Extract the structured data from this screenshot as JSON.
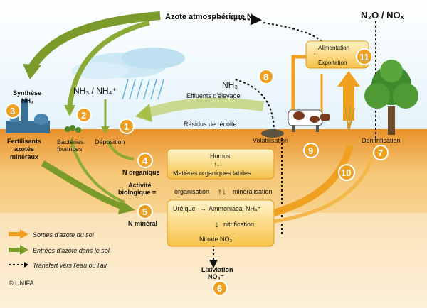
{
  "title_atmos": "Azote atmosphérique N",
  "title_atmos_sub": "2",
  "n2o_nox": "N₂O / NOₓ",
  "synthese_l1": "Synthèse",
  "synthese_l2": "NH₃",
  "engrais_l1": "Fertilisants",
  "engrais_l2": "azotés",
  "engrais_l3": "minéraux",
  "nh3_nh4": "NH₃ / NH₄⁺",
  "bacteries_l1": "Bactéries",
  "bacteries_l2": "fixatrices",
  "deposition": "Déposition",
  "nh3_elevage": "NH₃",
  "effluents": "Effluents d'élevage",
  "residus": "Résidus de récolte",
  "volatilisation": "Volatilisation",
  "denitrification": "Dénitrification",
  "alimentation": "Alimentation",
  "exportation": "Exportation",
  "humus": "Humus",
  "matieres": "Matières organiques labiles",
  "n_organique": "N organique",
  "activite_l1": "Activité",
  "activite_l2": "biologique =",
  "organisation": "organisation",
  "mineralisation": "minéralisation",
  "n_mineral": "N minéral",
  "ureique": "Uréique",
  "ammoniacal": "Ammoniacal NH₄⁺",
  "nitrification": "nitrification",
  "nitrate": "Nitrate NO₃⁻",
  "lixiviation": "Lixiviation",
  "no3": "NO₃⁻",
  "legend_sorties": "Sorties d'azote du sol",
  "legend_entrees": "Entrées d'azote dans le sol",
  "legend_transfert": "Transfert vers l'eau ou l'air",
  "copyright": "© UNIFA",
  "numbers": [
    "1",
    "2",
    "3",
    "4",
    "5",
    "6",
    "7",
    "8",
    "9",
    "10",
    "11"
  ],
  "colors": {
    "orange": "#f0a020",
    "green": "#7a9a2a",
    "soil": "#f3c26c",
    "sky": "#e6f4fb"
  }
}
